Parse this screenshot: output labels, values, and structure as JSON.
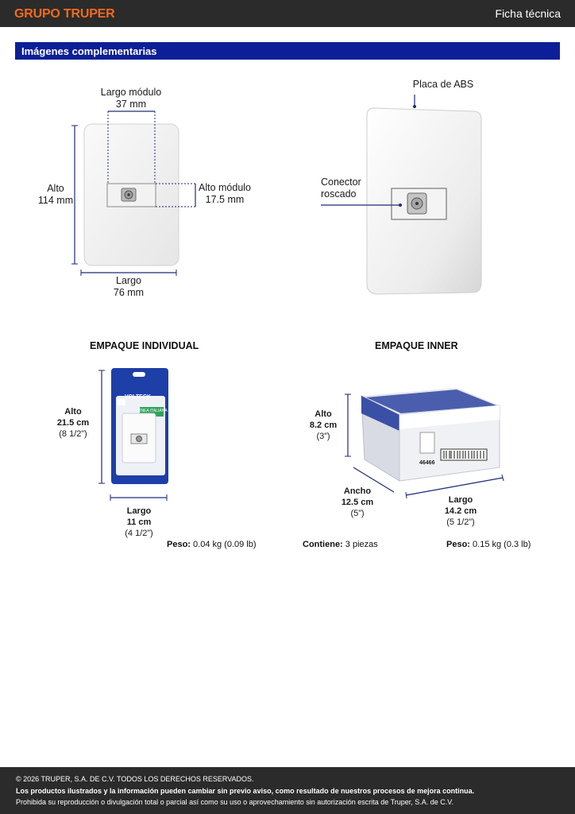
{
  "header": {
    "brand": "GRUPO TRUPER",
    "doc_type": "Ficha técnica"
  },
  "section": {
    "title": "Imágenes complementarias"
  },
  "plate_dims": {
    "module_width": [
      "Largo módulo",
      "37 mm"
    ],
    "height": [
      "Alto",
      "114 mm"
    ],
    "module_height": [
      "Alto módulo",
      "17.5 mm"
    ],
    "width": [
      "Largo",
      "76 mm"
    ]
  },
  "plate_parts": {
    "plate": "Placa de ABS",
    "connector": [
      "Conector",
      "roscado"
    ]
  },
  "individual_pack": {
    "heading": "EMPAQUE INDIVIDUAL",
    "height": [
      "Alto",
      "21.5 cm",
      "(8 1/2”)"
    ],
    "width": [
      "Largo",
      "11 cm",
      "(4 1/2”)"
    ],
    "weight_label": "Peso:",
    "weight_value": "0.04 kg (0.09 lb)",
    "package_brand": "VOLTECK",
    "package_tag": "LÍNEA ITALIANA"
  },
  "inner_pack": {
    "heading": "EMPAQUE INNER",
    "height": [
      "Alto",
      "8.2 cm",
      "(3”)"
    ],
    "depth": [
      "Ancho",
      "12.5 cm",
      "(5”)"
    ],
    "width": [
      "Largo",
      "14.2 cm",
      "(5 1/2”)"
    ],
    "contents_label": "Contiene:",
    "contents_value": "3 piezas",
    "weight_label": "Peso:",
    "weight_value": "0.15 kg (0.3 lb)",
    "box_code": "46466"
  },
  "footer": {
    "copyright": "© 2026 TRUPER, S.A. DE C.V. TODOS LOS DERECHOS RESERVADOS.",
    "notice": "Los productos ilustrados y la información pueden cambiar sin previo aviso, como resultado de nuestros procesos de mejora continua.",
    "prohibition": "Prohibida su reproducción o divulgación total o parcial así como su uso o aprovechamiento sin autorización escrita de Truper, S.A. de C.V."
  },
  "colors": {
    "brand_orange": "#f26a1b",
    "section_blue": "#0d1f96",
    "dimension_blue": "#1e2a7a",
    "bar_dark": "#2b2b2b"
  }
}
